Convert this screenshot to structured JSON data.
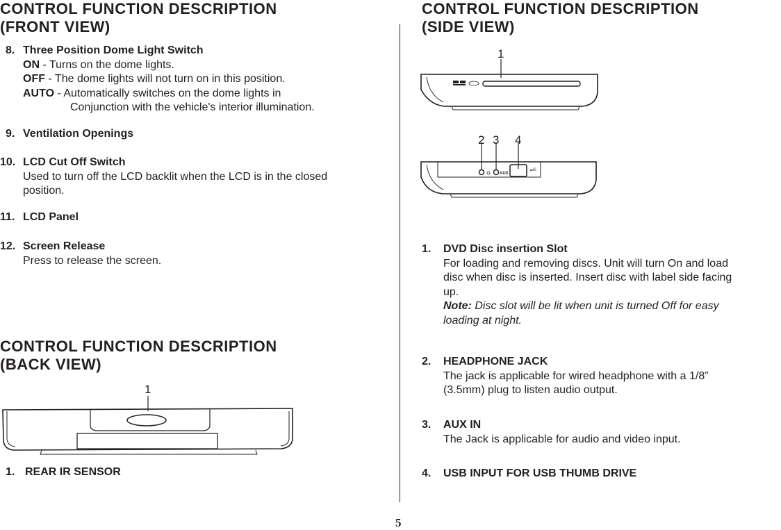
{
  "front": {
    "heading_line1": "CONTROL FUNCTION DESCRIPTION",
    "heading_line2": "(FRONT VIEW)",
    "items": [
      {
        "num": "8.",
        "title": "Three Position Dome Light Switch",
        "on_label": "ON",
        "on_text": " - Turns on the dome lights.",
        "off_label": "OFF",
        "off_text": " - The dome lights will not turn on in this position.",
        "auto_label": "AUTO",
        "auto_text": " - Automatically switches on the dome lights in",
        "auto_text2": "Conjunction with the vehicle's interior illumination."
      },
      {
        "num": "9.",
        "title": "Ventilation Openings"
      },
      {
        "num": "10.",
        "title": "LCD Cut Off Switch",
        "line1": "Used to turn off the LCD backlit when the LCD is in the closed",
        "line2": "position."
      },
      {
        "num": "11.",
        "title": "LCD Panel"
      },
      {
        "num": "12.",
        "title": "Screen Release",
        "line1": "Press to release the screen."
      }
    ]
  },
  "back": {
    "heading_line1": "CONTROL FUNCTION DESCRIPTION",
    "heading_line2": "(BACK VIEW)",
    "callout": "1",
    "items": [
      {
        "num": "1.",
        "title": "REAR IR SENSOR"
      }
    ]
  },
  "side": {
    "heading_line1": "CONTROL FUNCTION DESCRIPTION",
    "heading_line2": "(SIDE VIEW)",
    "callouts": [
      "1",
      "2",
      "3",
      "4"
    ],
    "port_label_aux": "AUX",
    "items": [
      {
        "num": "1.",
        "title": "DVD Disc insertion Slot",
        "line1": "For loading and removing discs. Unit will turn On and load",
        "line2": "disc when disc is inserted. Insert disc with label side facing",
        "line3": "up.",
        "note_label": "Note:",
        "note_text": " Disc slot will be lit when unit is turned Off for easy",
        "note_text2": "loading at night."
      },
      {
        "num": "2.",
        "title": "HEADPHONE JACK",
        "line1": "The jack is applicable for wired headphone with a 1/8”",
        "line2": "(3.5mm) plug to listen audio output."
      },
      {
        "num": "3.",
        "title": "AUX IN",
        "line1": "The Jack is applicable for audio and video input."
      },
      {
        "num": "4.",
        "title": "USB INPUT FOR USB THUMB DRIVE"
      }
    ]
  },
  "page_number": "5"
}
